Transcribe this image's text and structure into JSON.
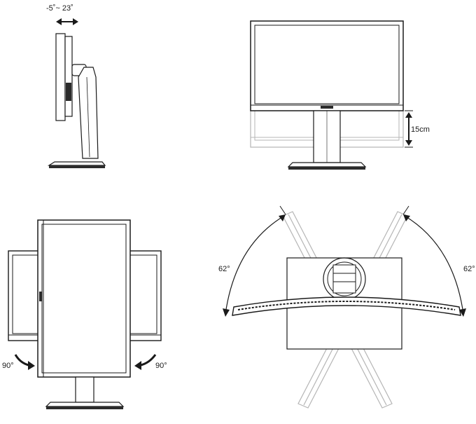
{
  "tilt": {
    "range_label": "-5˚~ 23˚"
  },
  "height": {
    "adjust_label": "15cm"
  },
  "pivot": {
    "left_angle": "90°",
    "right_angle": "90°"
  },
  "swivel": {
    "left_angle": "62°",
    "right_angle": "62°"
  },
  "colors": {
    "line": "#1a1a1a",
    "ghost": "#b5b5b5",
    "fill_dark": "#2b2b2b"
  }
}
